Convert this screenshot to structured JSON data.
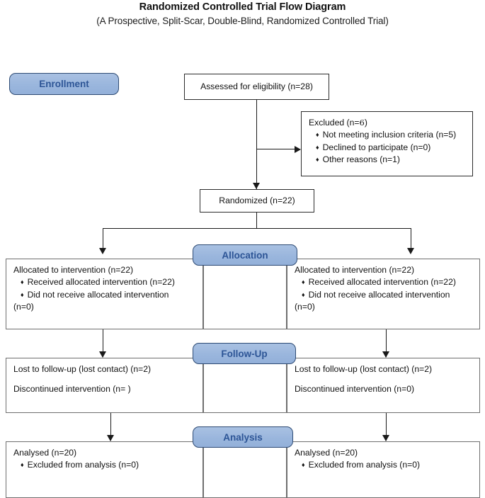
{
  "header": {
    "title": "Randomized Controlled Trial Flow Diagram",
    "subtitle": "(A Prospective, Split-Scar, Double-Blind, Randomized Controlled Trial)"
  },
  "stages": {
    "enrollment": "Enrollment",
    "allocation": "Allocation",
    "followup": "Follow-Up",
    "analysis": "Analysis"
  },
  "colors": {
    "badge_fill": "#9ab6dd",
    "badge_border": "#2e4b74",
    "badge_text": "#2d5596",
    "box_border": "#2b2b2b",
    "line": "#1a1a1a"
  },
  "enrollment": {
    "assessed": "Assessed for eligibility (n=28)",
    "excluded_title_pre": "Excluded (n=",
    "excluded_title_num": "6",
    "excluded_title_post": ")",
    "excluded_reasons": [
      "Not meeting inclusion criteria (n=5)",
      "Declined to participate (n=0)",
      "Other reasons (n=1)"
    ],
    "randomized": "Randomized (n=22)"
  },
  "allocation": {
    "left": {
      "heading": "Allocated to intervention (n=22)",
      "items": [
        "Received allocated intervention (n=22)",
        "Did not receive allocated intervention"
      ],
      "trailing": "(n=0)"
    },
    "right": {
      "heading": "Allocated to intervention (n=22)",
      "items": [
        "Received allocated intervention (n=22)",
        "Did not receive allocated intervention"
      ],
      "trailing": "(n=0)"
    }
  },
  "followup": {
    "left": {
      "lost": "Lost to follow-up (lost contact) (n=2)",
      "discontinued": "Discontinued intervention (n=  )"
    },
    "right": {
      "lost": "Lost to follow-up (lost contact) (n=2)",
      "discontinued": "Discontinued intervention (n=0)"
    }
  },
  "analysis": {
    "left": {
      "analysed": "Analysed  (n=20)",
      "excluded": "Excluded from analysis (n=0)"
    },
    "right": {
      "analysed": "Analysed (n=20)",
      "excluded": "Excluded from analysis (n=0)"
    }
  }
}
